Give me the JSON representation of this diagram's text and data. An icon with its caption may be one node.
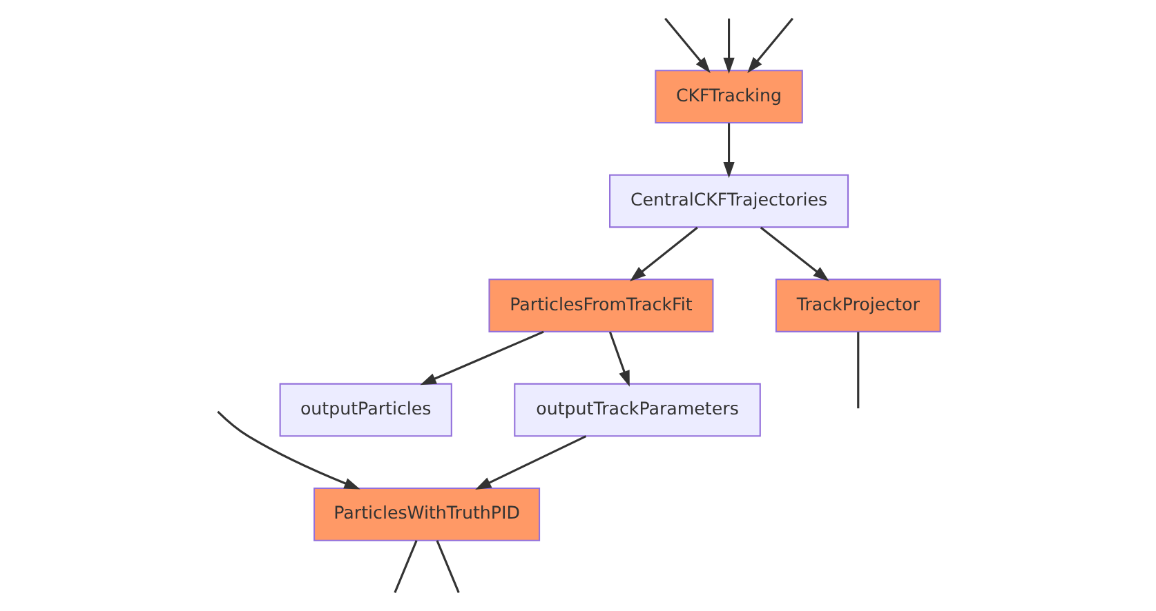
{
  "diagram": {
    "nodes": [
      {
        "text": [
          "CKFTracking"
        ]
      },
      {
        "text": [
          "CentralCKFTrajectories"
        ]
      },
      {
        "text": [
          "ParticlesFromTrackFit"
        ]
      },
      {
        "text": [
          "outputParticles"
        ]
      },
      {
        "text": [
          "outputTrackParameters"
        ]
      },
      {
        "text": [
          "TrackProjector"
        ]
      },
      {
        "text": [
          "ParticlesWithTruthPID"
        ]
      }
    ],
    "edges": [
      {
        "from": null,
        "to": 0,
        "arrow": "to"
      },
      {
        "from": null,
        "to": 0,
        "arrow": "to"
      },
      {
        "from": null,
        "to": 0,
        "arrow": "to"
      },
      {
        "from": null,
        "to": 6,
        "arrow": "to"
      },
      {
        "from": 0,
        "to": 1,
        "arrow": "to"
      },
      {
        "from": 1,
        "to": 2,
        "arrow": "to"
      },
      {
        "from": 1,
        "to": 5,
        "arrow": "to"
      },
      {
        "from": 2,
        "to": 3,
        "arrow": "to"
      },
      {
        "from": 2,
        "to": 4,
        "arrow": "to"
      },
      {
        "from": 4,
        "to": 6,
        "arrow": "to"
      },
      {
        "from": 5,
        "to": null,
        "arrow": "none"
      },
      {
        "from": 6,
        "to": null,
        "arrow": "none"
      },
      {
        "from": 6,
        "to": null,
        "arrow": "none"
      }
    ]
  }
}
